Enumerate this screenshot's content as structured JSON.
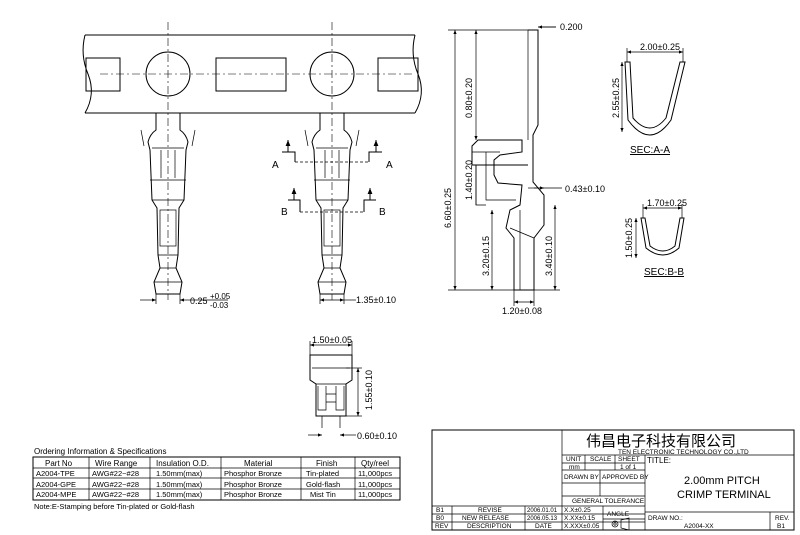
{
  "dims": {
    "thickness": "0.200",
    "upper_len": "0.80±0.20",
    "mid_len": "1.40±0.20",
    "total_len": "6.60±0.25",
    "lower_len": "3.20±0.15",
    "right_len": "3.40±0.10",
    "gap": "0.43±0.10",
    "bottom_w": "1.20±0.08",
    "pitch_note": "0.25",
    "pitch_tol_plus": "+0.05",
    "pitch_tol_minus": "-0.03",
    "strip_w": "1.35±0.10",
    "top_w": "1.50±0.05",
    "side_h": "1.55±0.10",
    "tip_w": "0.60±0.10",
    "sec_a_w": "2.00±0.25",
    "sec_a_h": "2.55±0.25",
    "sec_b_w": "1.70±0.25",
    "sec_b_h": "1.50±0.25"
  },
  "sections": {
    "a_label": "A",
    "b_label": "B",
    "sec_a": "SEC:A-A",
    "sec_b": "SEC:B-B"
  },
  "ordering": {
    "title": "Ordering Information & Specifications",
    "headers": [
      "Part No",
      "Wire Range",
      "Insulation O.D.",
      "Material",
      "Finish",
      "Qty/reel"
    ],
    "rows": [
      [
        "A2004-TPE",
        "AWG#22~#28",
        "1.50mm(max)",
        "Phosphor Bronze",
        "Tin-plated",
        "11,000pcs"
      ],
      [
        "A2004-GPE",
        "AWG#22~#28",
        "1.50mm(max)",
        "Phosphor Bronze",
        "Gold-flash",
        "11,000pcs"
      ],
      [
        "A2004-MPE",
        "AWG#22~#28",
        "1.50mm(max)",
        "Phosphor Bronze",
        "Mist Tin",
        "11,000pcs"
      ]
    ],
    "note": "Note:E-Stamping before Tin-plated or Gold-flash"
  },
  "title_block": {
    "company_cn": "伟昌电子科技有限公司",
    "company_en": "TEN ELECTRONIC TECHNOLOGY CO.,LTD",
    "unit_label": "UNIT",
    "unit_value": "mm",
    "scale_label": "SCALE",
    "sheet_label": "SHEET",
    "sheet_value": "1 of 1",
    "title_label": "TITLE:",
    "title_line1": "2.00mm  PITCH",
    "title_line2": "CRIMP  TERMINAL",
    "drawn_by": "DRAWN BY",
    "approved_by": "APPROVED BY",
    "general_tolerance": "GENERAL TOLERANCE",
    "tol_x": "X.X±0.25",
    "tol_xx": "X.XX±0.15",
    "tol_xxx": "X.XXX±0.05",
    "angle": "ANGLE",
    "draw_no_label": "DRAW NO.:",
    "draw_no": "A2004-XX",
    "rev_label": "REV.",
    "rev_value": "B1",
    "rev_rows": [
      {
        "rev": "B1",
        "desc": "REVISE",
        "date": "2006.01.01"
      },
      {
        "rev": "B0",
        "desc": "NEW RELEASE",
        "date": "2006.05.13"
      }
    ],
    "rev_header": "REV",
    "desc_header": "DESCRIPTION",
    "date_header": "DATE"
  }
}
